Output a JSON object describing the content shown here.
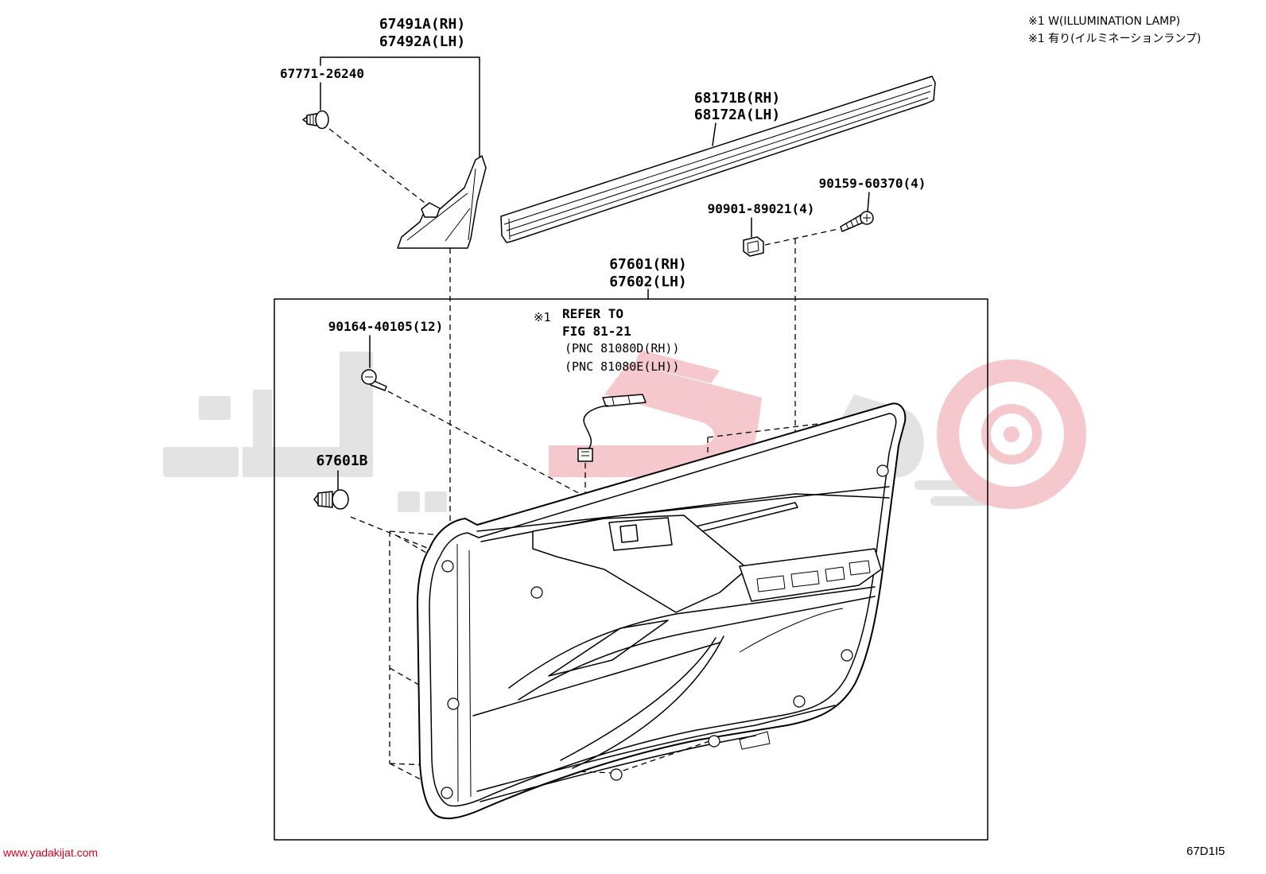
{
  "notes": {
    "line1": "※1 W(ILLUMINATION LAMP)",
    "line2": "※1 有り(イルミネーションランプ)"
  },
  "callouts": {
    "garnish": {
      "rh": "67491A(RH)",
      "lh": "67492A(LH)"
    },
    "garnish_clip": "67771-26240",
    "weatherstrip": {
      "rh": "68171B(RH)",
      "lh": "68172A(LH)"
    },
    "screw": "90159-60370(4)",
    "nut": "90901-89021(4)",
    "door_trim": {
      "rh": "67601(RH)",
      "lh": "67602(LH)"
    },
    "trim_screw": "90164-40105(12)",
    "trim_clip": "67601B"
  },
  "reference": {
    "mark": "※1",
    "line1": "REFER TO",
    "line2": "FIG 81-21",
    "line3": "(PNC 81080D(RH))",
    "line4": "(PNC 81080E(LH))"
  },
  "footer": {
    "website": "www.yadakijat.com",
    "figure_code": "67D1I5"
  },
  "colors": {
    "line": "#000000",
    "website": "#d0021b",
    "watermark_gray": "#e3e3e3",
    "watermark_pink": "#f4c8cd"
  },
  "icons": {
    "watermark": "yadakijat-logo-watermark",
    "clip": "push-clip-icon",
    "screw": "screw-icon",
    "nut": "clip-nut-icon",
    "lamp": "illumination-lamp-icon"
  }
}
